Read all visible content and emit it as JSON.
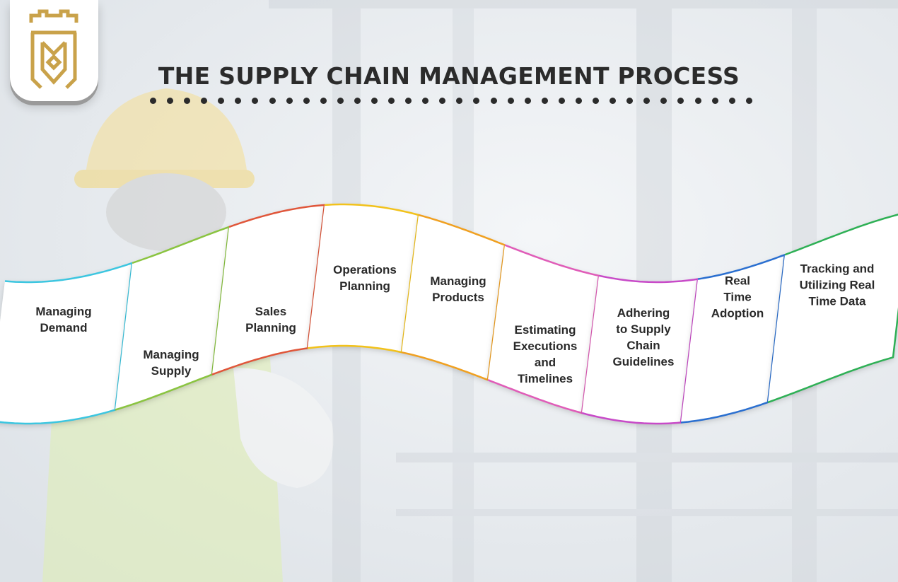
{
  "title": "THE SUPPLY CHAIN MANAGEMENT PROCESS",
  "logo": {
    "icon": "crown-monogram-logo",
    "color": "#c9a24a"
  },
  "steps": [
    {
      "label": "Managing\nDemand",
      "color": "#3cc6e0"
    },
    {
      "label": "Managing\nSupply",
      "color": "#8ac440"
    },
    {
      "label": "Sales\nPlanning",
      "color": "#e0563a"
    },
    {
      "label": "Operations\nPlanning",
      "color": "#f2c21b"
    },
    {
      "label": "Managing\nProducts",
      "color": "#f0a020"
    },
    {
      "label": "Estimating\nExecutions\nand\nTimelines",
      "color": "#e05cb8"
    },
    {
      "label": "Adhering\nto Supply\nChain\nGuidelines",
      "color": "#c84ac8"
    },
    {
      "label": "Real\nTime\nAdoption",
      "color": "#2a6fd0"
    },
    {
      "label": "Tracking and\nUtilizing Real\nTime Data",
      "color": "#2eb055"
    }
  ]
}
